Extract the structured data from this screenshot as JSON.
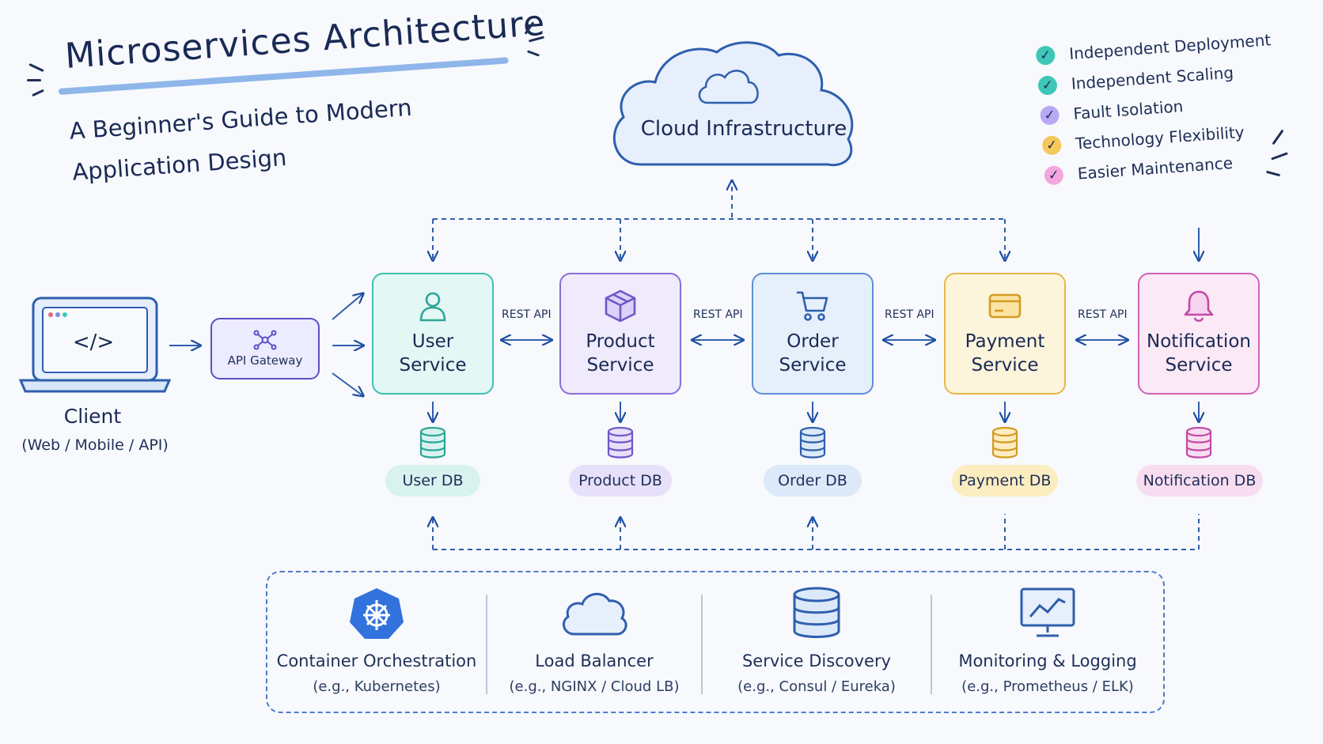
{
  "title": "Microservices Architecture",
  "subtitle": "A Beginner's Guide to Modern Application Design",
  "cloud": {
    "label": "Cloud Infrastructure"
  },
  "benefits": [
    {
      "label": "Independent Deployment",
      "color": "#3ec7b8"
    },
    {
      "label": "Independent Scaling",
      "color": "#3ec7b8"
    },
    {
      "label": "Fault Isolation",
      "color": "#b9a9f5"
    },
    {
      "label": "Technology Flexibility",
      "color": "#f5c85a"
    },
    {
      "label": "Easier Maintenance",
      "color": "#f3a7de"
    }
  ],
  "client": {
    "label": "Client",
    "sub": "(Web / Mobile / API)",
    "code": "</>"
  },
  "gateway": {
    "label": "API Gateway"
  },
  "rest_label": "REST API",
  "services": [
    {
      "name": "User\nService",
      "db": "User DB",
      "border": "#3fbfb0",
      "fill": "#e3f7f4",
      "db_fill": "#d8f3ef",
      "icon": "user-icon"
    },
    {
      "name": "Product\nService",
      "db": "Product DB",
      "border": "#8b6fd8",
      "fill": "#efeafc",
      "db_fill": "#e7e0fa",
      "icon": "box-icon"
    },
    {
      "name": "Order\nService",
      "db": "Order DB",
      "border": "#5d8fd6",
      "fill": "#e6f0fb",
      "db_fill": "#dce9f9",
      "icon": "cart-icon"
    },
    {
      "name": "Payment\nService",
      "db": "Payment DB",
      "border": "#e9b748",
      "fill": "#fdf4dc",
      "db_fill": "#fcedc0",
      "icon": "card-icon"
    },
    {
      "name": "Notification\nService",
      "db": "Notification DB",
      "border": "#d062b9",
      "fill": "#fbe9f6",
      "db_fill": "#f8ddf1",
      "icon": "bell-icon"
    }
  ],
  "infrastructure": [
    {
      "title": "Container Orchestration",
      "sub": "(e.g., Kubernetes)",
      "icon": "kubernetes-icon"
    },
    {
      "title": "Load Balancer",
      "sub": "(e.g., NGINX / Cloud LB)",
      "icon": "cloud-icon"
    },
    {
      "title": "Service Discovery",
      "sub": "(e.g., Consul / Eureka)",
      "icon": "database-icon"
    },
    {
      "title": "Monitoring & Logging",
      "sub": "(e.g., Prometheus / ELK)",
      "icon": "monitor-chart-icon"
    }
  ]
}
